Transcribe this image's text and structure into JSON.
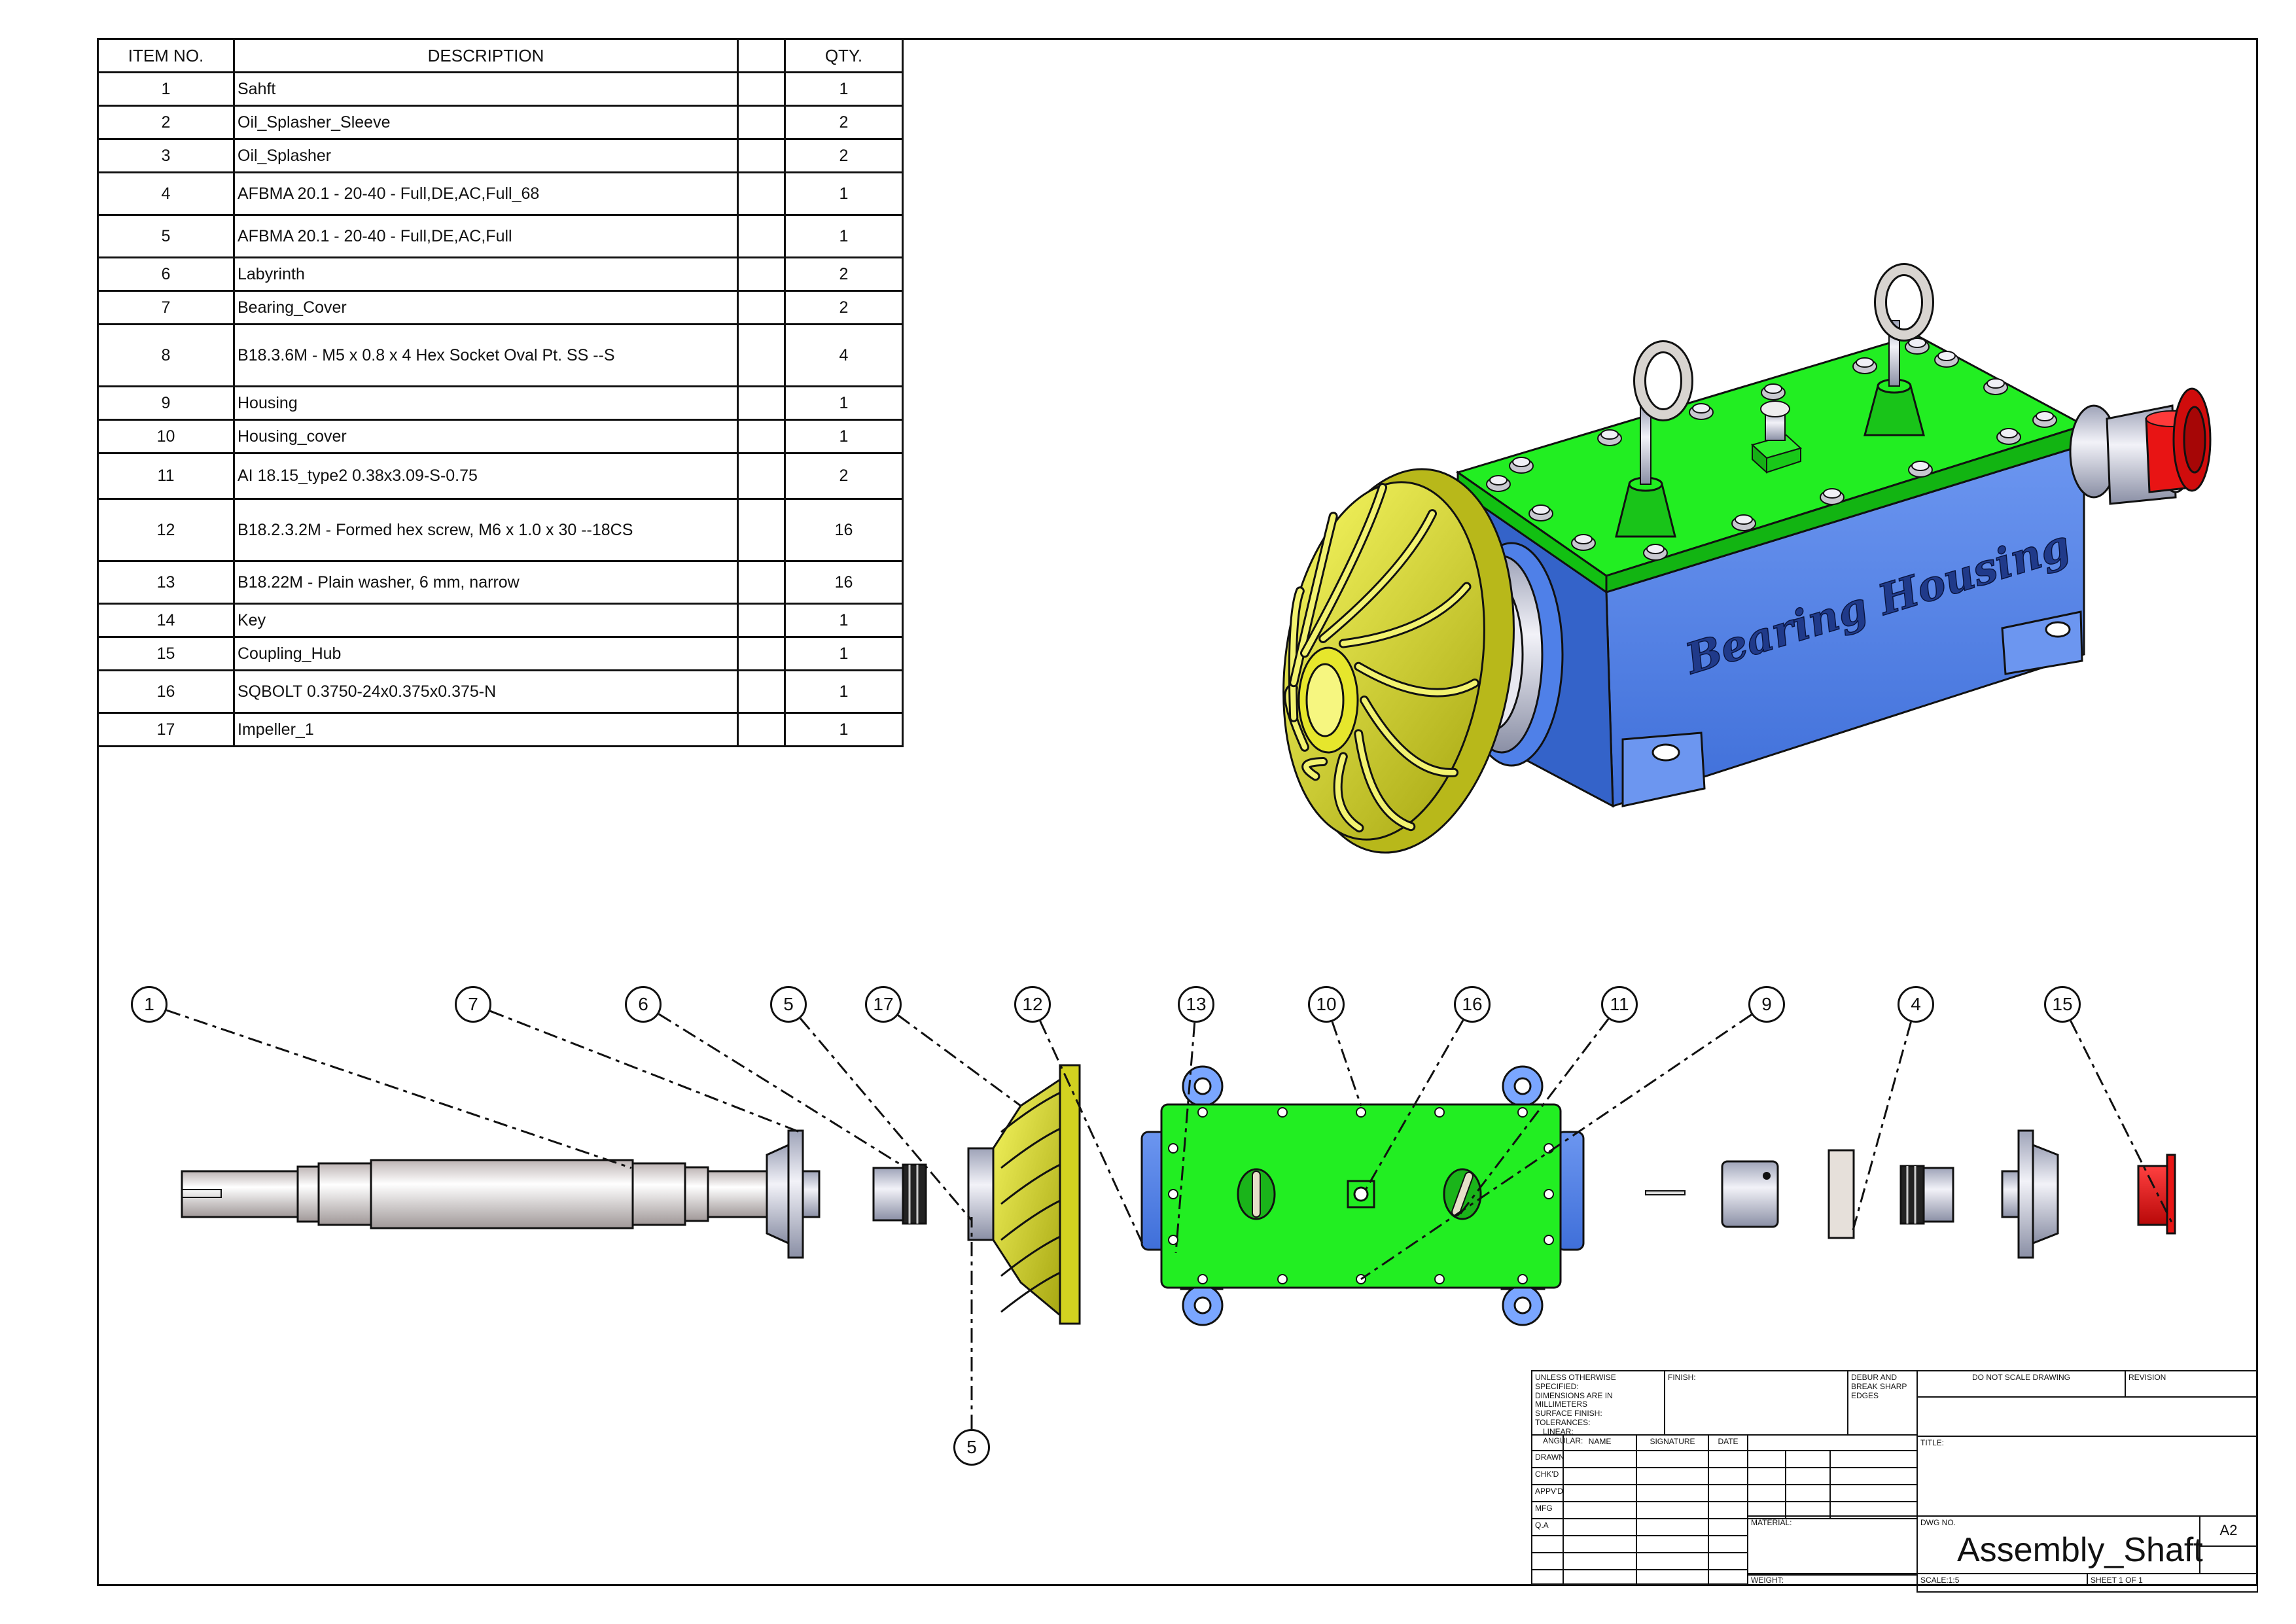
{
  "bom": {
    "headers": {
      "item_no": "ITEM NO.",
      "description": "DESCRIPTION",
      "qty": "QTY."
    },
    "rows": [
      {
        "no": "1",
        "desc": "Sahft",
        "qty": "1"
      },
      {
        "no": "2",
        "desc": "Oil_Splasher_Sleeve",
        "qty": "2"
      },
      {
        "no": "3",
        "desc": "Oil_Splasher",
        "qty": "2"
      },
      {
        "no": "4",
        "desc": "AFBMA 20.1 - 20-40 - Full,DE,AC,Full_68",
        "qty": "1"
      },
      {
        "no": "5",
        "desc": "AFBMA 20.1 - 20-40 - Full,DE,AC,Full",
        "qty": "1"
      },
      {
        "no": "6",
        "desc": "Labyrinth",
        "qty": "2"
      },
      {
        "no": "7",
        "desc": "Bearing_Cover",
        "qty": "2"
      },
      {
        "no": "8",
        "desc": "B18.3.6M - M5 x 0.8 x 4 Hex Socket Oval Pt. SS --S",
        "qty": "4"
      },
      {
        "no": "9",
        "desc": "Housing",
        "qty": "1"
      },
      {
        "no": "10",
        "desc": "Housing_cover",
        "qty": "1"
      },
      {
        "no": "11",
        "desc": "AI 18.15_type2 0.38x3.09-S-0.75",
        "qty": "2"
      },
      {
        "no": "12",
        "desc": "B18.2.3.2M - Formed hex screw, M6 x 1.0 x 30 --18CS",
        "qty": "16"
      },
      {
        "no": "13",
        "desc": "B18.22M - Plain washer, 6 mm, narrow",
        "qty": "16"
      },
      {
        "no": "14",
        "desc": "Key",
        "qty": "1"
      },
      {
        "no": "15",
        "desc": "Coupling_Hub",
        "qty": "1"
      },
      {
        "no": "16",
        "desc": "SQBOLT 0.3750-24x0.375x0.375-N",
        "qty": "1"
      },
      {
        "no": "17",
        "desc": "Impeller_1",
        "qty": "1"
      }
    ]
  },
  "balloons": [
    "1",
    "7",
    "6",
    "5",
    "17",
    "12",
    "13",
    "10",
    "16",
    "11",
    "9",
    "4",
    "15",
    "5"
  ],
  "iso_view": {
    "housing_text": "Bearing Housing"
  },
  "title_block": {
    "tolerance_note": [
      "UNLESS OTHERWISE SPECIFIED:",
      "DIMENSIONS ARE IN MILLIMETERS",
      "SURFACE FINISH:",
      "TOLERANCES:",
      "LINEAR:",
      "ANGULAR:"
    ],
    "finish": "FINISH:",
    "deburr": [
      "DEBUR AND",
      "BREAK SHARP",
      "EDGES"
    ],
    "do_not_scale": "DO NOT SCALE DRAWING",
    "revision": "REVISION",
    "name": "NAME",
    "signature": "SIGNATURE",
    "date": "DATE",
    "title_label": "TITLE:",
    "roles": [
      "DRAWN",
      "CHK'D",
      "APPV'D",
      "MFG",
      "Q.A"
    ],
    "material": "MATERIAL:",
    "dwg_no": "DWG NO.",
    "drawing_title": "Assembly_Shaft",
    "size": "A2",
    "weight": "WEIGHT:",
    "scale": "SCALE:1:5",
    "sheet": "SHEET 1 OF 1"
  },
  "colors": {
    "housing_blue": "#4f80e8",
    "cover_green": "#22ee22",
    "impeller_yellow": "#e3e322",
    "hub_red": "#e81414",
    "metal_grey": "#d8d8e0",
    "balloon_border": "#111111"
  }
}
